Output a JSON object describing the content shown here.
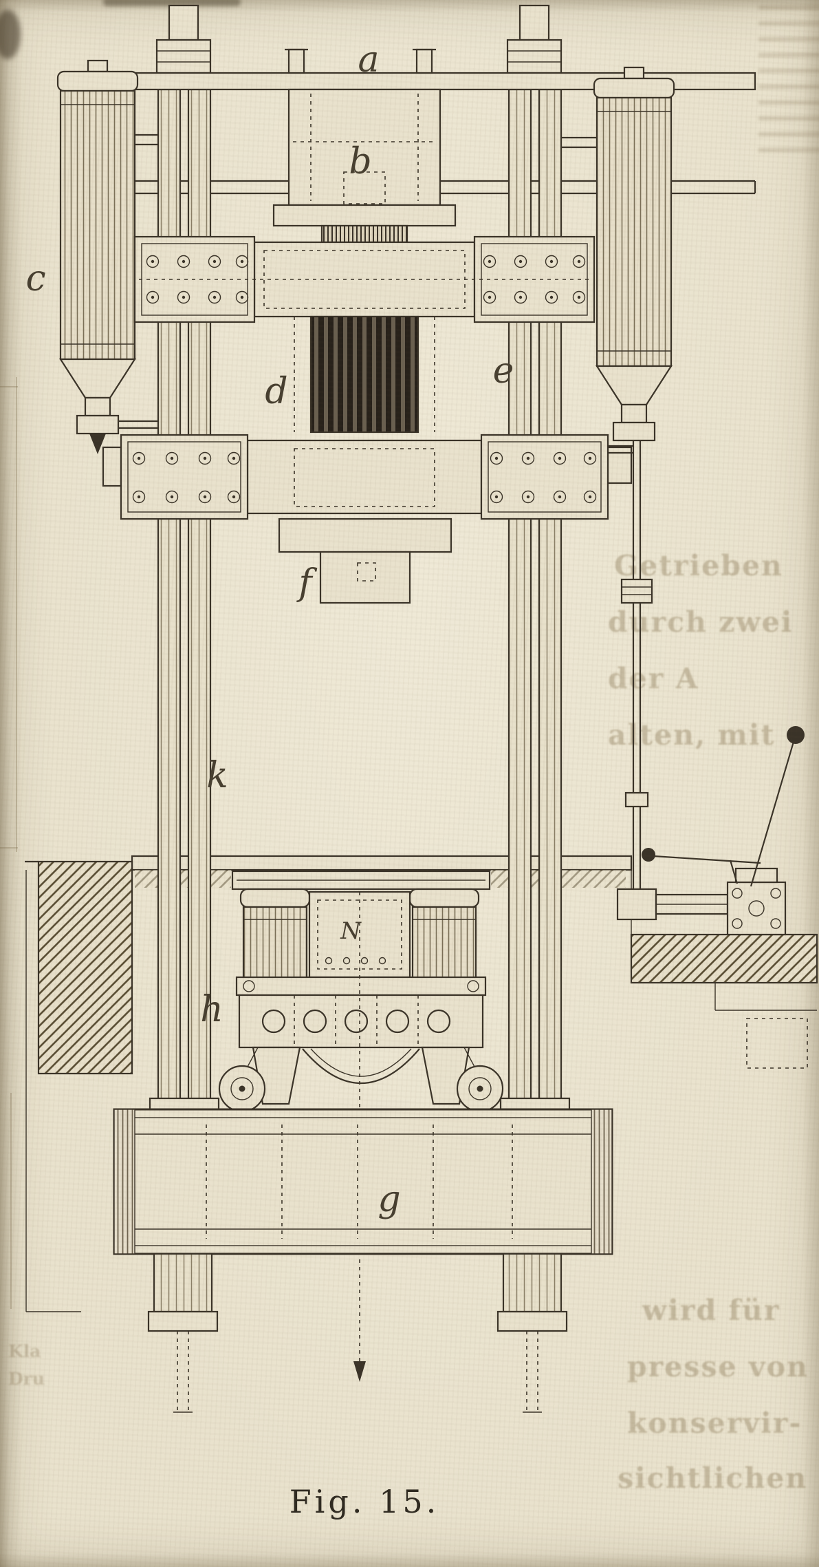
{
  "page": {
    "caption": "Fig. 15.",
    "labels": {
      "a": "a",
      "b": "b",
      "c": "c",
      "d": "d",
      "e": "e",
      "f": "f",
      "g": "g",
      "h": "h",
      "k": "k",
      "n": "N"
    },
    "ghost_text": {
      "upper": [
        "Getrieben",
        "durch zwei",
        "der A",
        "alten, mit"
      ],
      "lower": [
        "wird für",
        "presse von",
        "konservir-",
        "sichtlichen"
      ],
      "edge": [
        "Kla",
        "Dru"
      ]
    },
    "colors": {
      "paper": "#e9e2cd",
      "ink": "#3a3328",
      "ghost": "#7f6c4b"
    }
  }
}
